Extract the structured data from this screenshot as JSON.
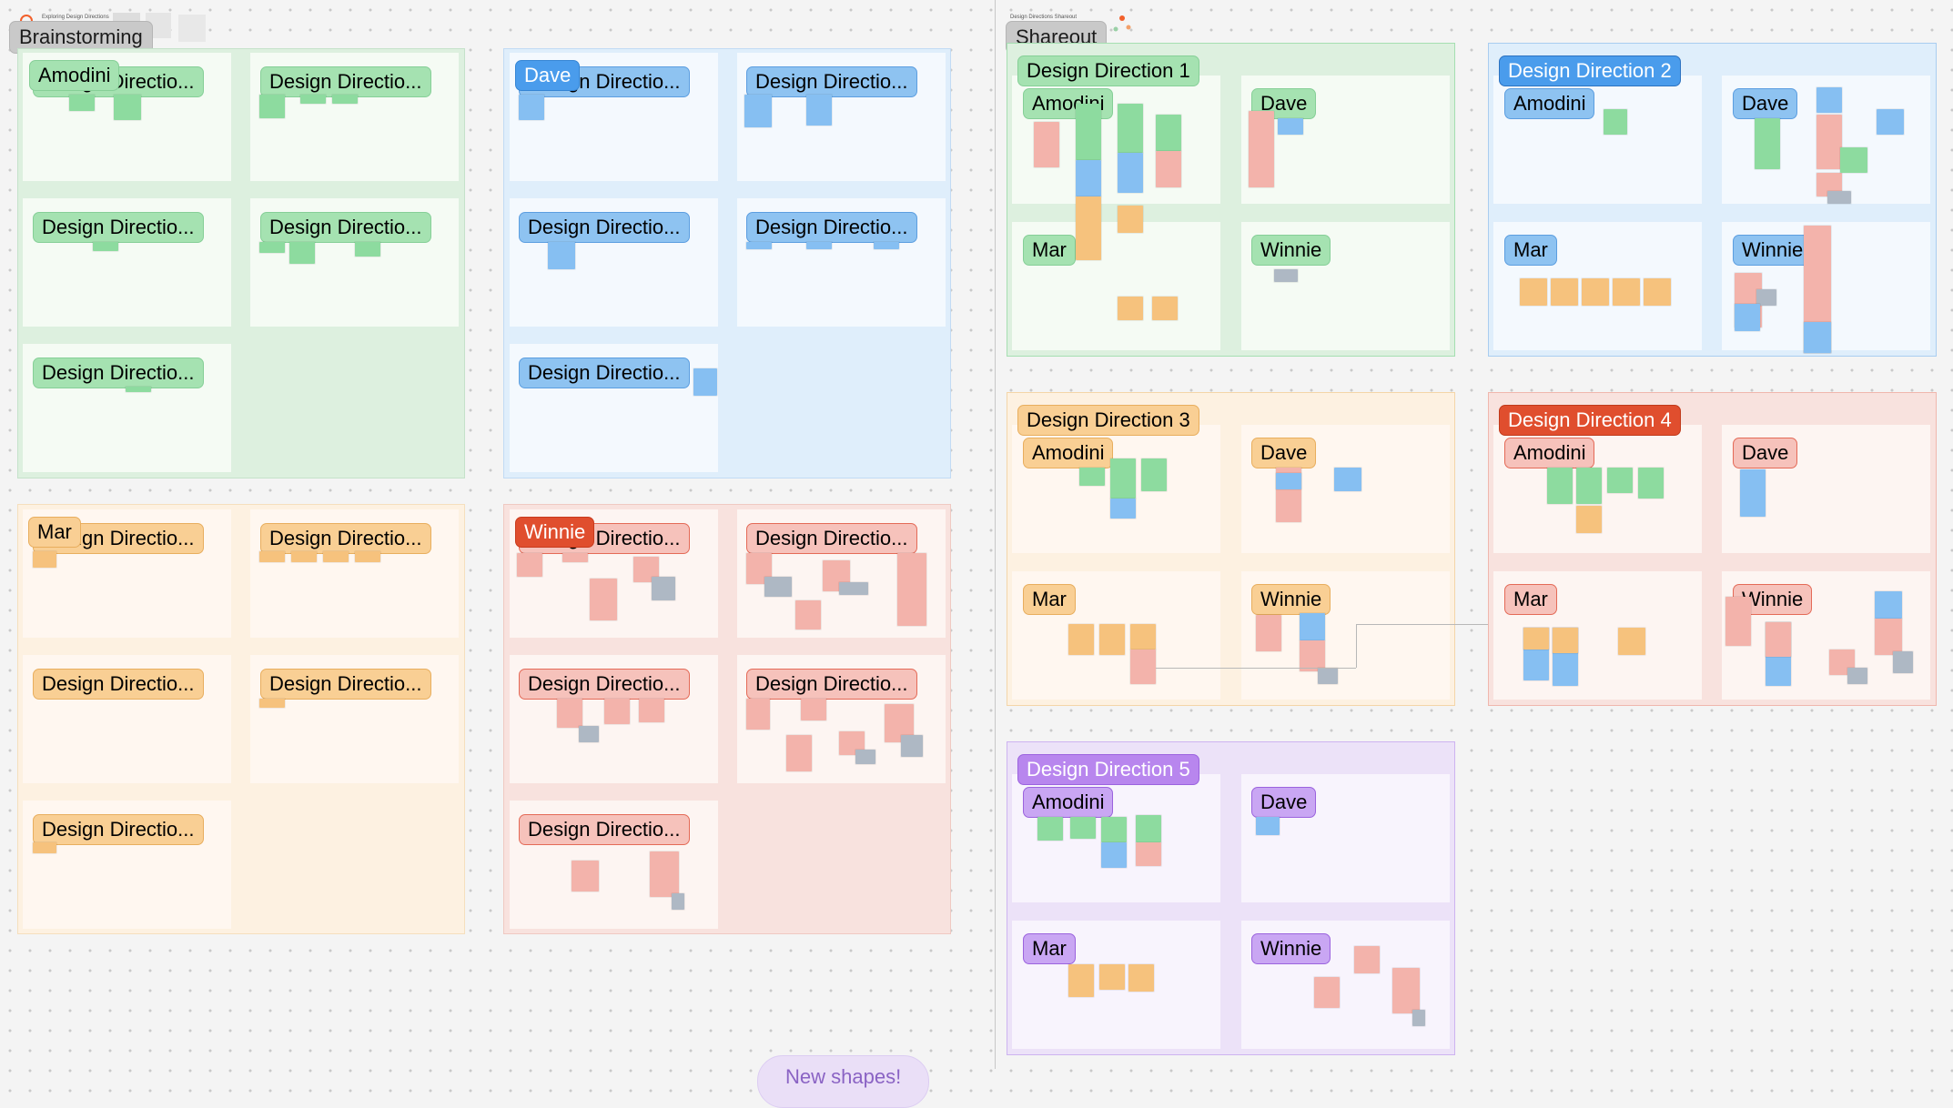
{
  "page_titles": {
    "brainstorming_board": "Exploring Design Directions",
    "shareout_board": "Design Directions Shareout"
  },
  "sections": {
    "brainstorming": "Brainstorming",
    "shareout": "Shareout"
  },
  "brainstorming": {
    "card_title": "Design Directio...",
    "owners": {
      "amodini": "Amodini",
      "dave": "Dave",
      "mar": "Mar",
      "winnie": "Winnie"
    },
    "colors": {
      "amodini": "#8ddb9f",
      "dave": "#86bff2",
      "mar": "#f6c27d",
      "winnie": "#f3b3ab",
      "winnie_tag": "#e04e2e"
    }
  },
  "shareout": {
    "directions": [
      {
        "label": "Design Direction 1",
        "color": "#a5e2b1"
      },
      {
        "label": "Design Direction 2",
        "color": "#4a9cec"
      },
      {
        "label": "Design Direction 3",
        "color": "#f6c27d"
      },
      {
        "label": "Design Direction 4",
        "color": "#e04e2e"
      },
      {
        "label": "Design Direction 5",
        "color": "#b886ee"
      }
    ],
    "owners": [
      "Amodini",
      "Dave",
      "Mar",
      "Winnie"
    ]
  },
  "new_shape_button": "New shapes!",
  "icons": [
    "figjam-logo-icon",
    "shapes-icon"
  ]
}
